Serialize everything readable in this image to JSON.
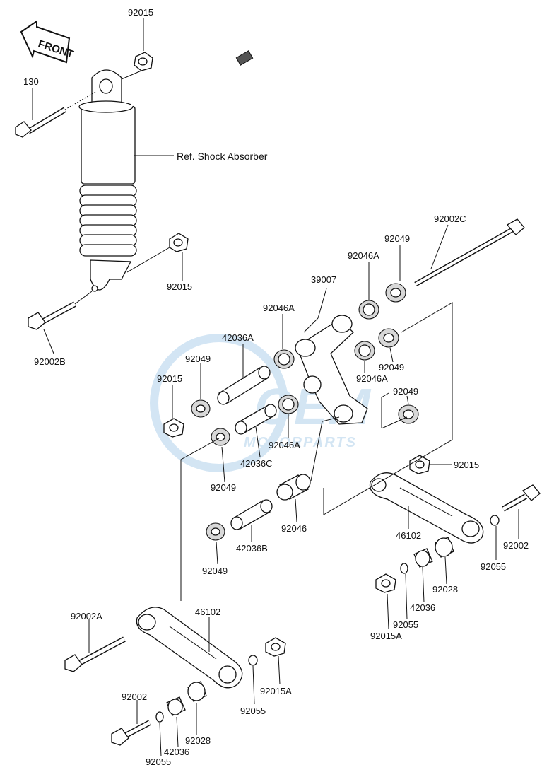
{
  "watermark": {
    "brand": "OEM",
    "sub": "MOTORPARTS",
    "color": "#9ec6e6"
  },
  "front_arrow": {
    "text": "FRONT"
  },
  "reference": {
    "shock_absorber": "Ref. Shock Absorber"
  },
  "labels": {
    "l92015_top": "92015",
    "l130": "130",
    "l92015_shock": "92015",
    "l92002B": "92002B",
    "l92002C": "92002C",
    "l92049_top": "92049",
    "l92046A_top": "92046A",
    "l39007": "39007",
    "l92046A_left": "92046A",
    "l42036A": "42036A",
    "l92049_mid": "92049",
    "l92015_left": "92015",
    "l92049_right1": "92049",
    "l92046A_right": "92046A",
    "l92049_right2": "92049",
    "l92046A_low": "92046A",
    "l42036C": "42036C",
    "l92049_low": "92049",
    "l92046": "92046",
    "l42036B": "42036B",
    "l92049_bottom": "92049",
    "l92015_right": "92015",
    "l46102_right": "46102",
    "l92002_right": "92002",
    "l92055_right": "92055",
    "l92028_right": "92028",
    "l42036_right": "42036",
    "l92055_right2": "92055",
    "l92015A_right": "92015A",
    "l92002A": "92002A",
    "l46102_left": "46102",
    "l92055_left": "92055",
    "l92015A_left": "92015A",
    "l92002_left": "92002",
    "l92028_left": "92028",
    "l42036_left": "42036",
    "l92055_left2": "92055"
  }
}
